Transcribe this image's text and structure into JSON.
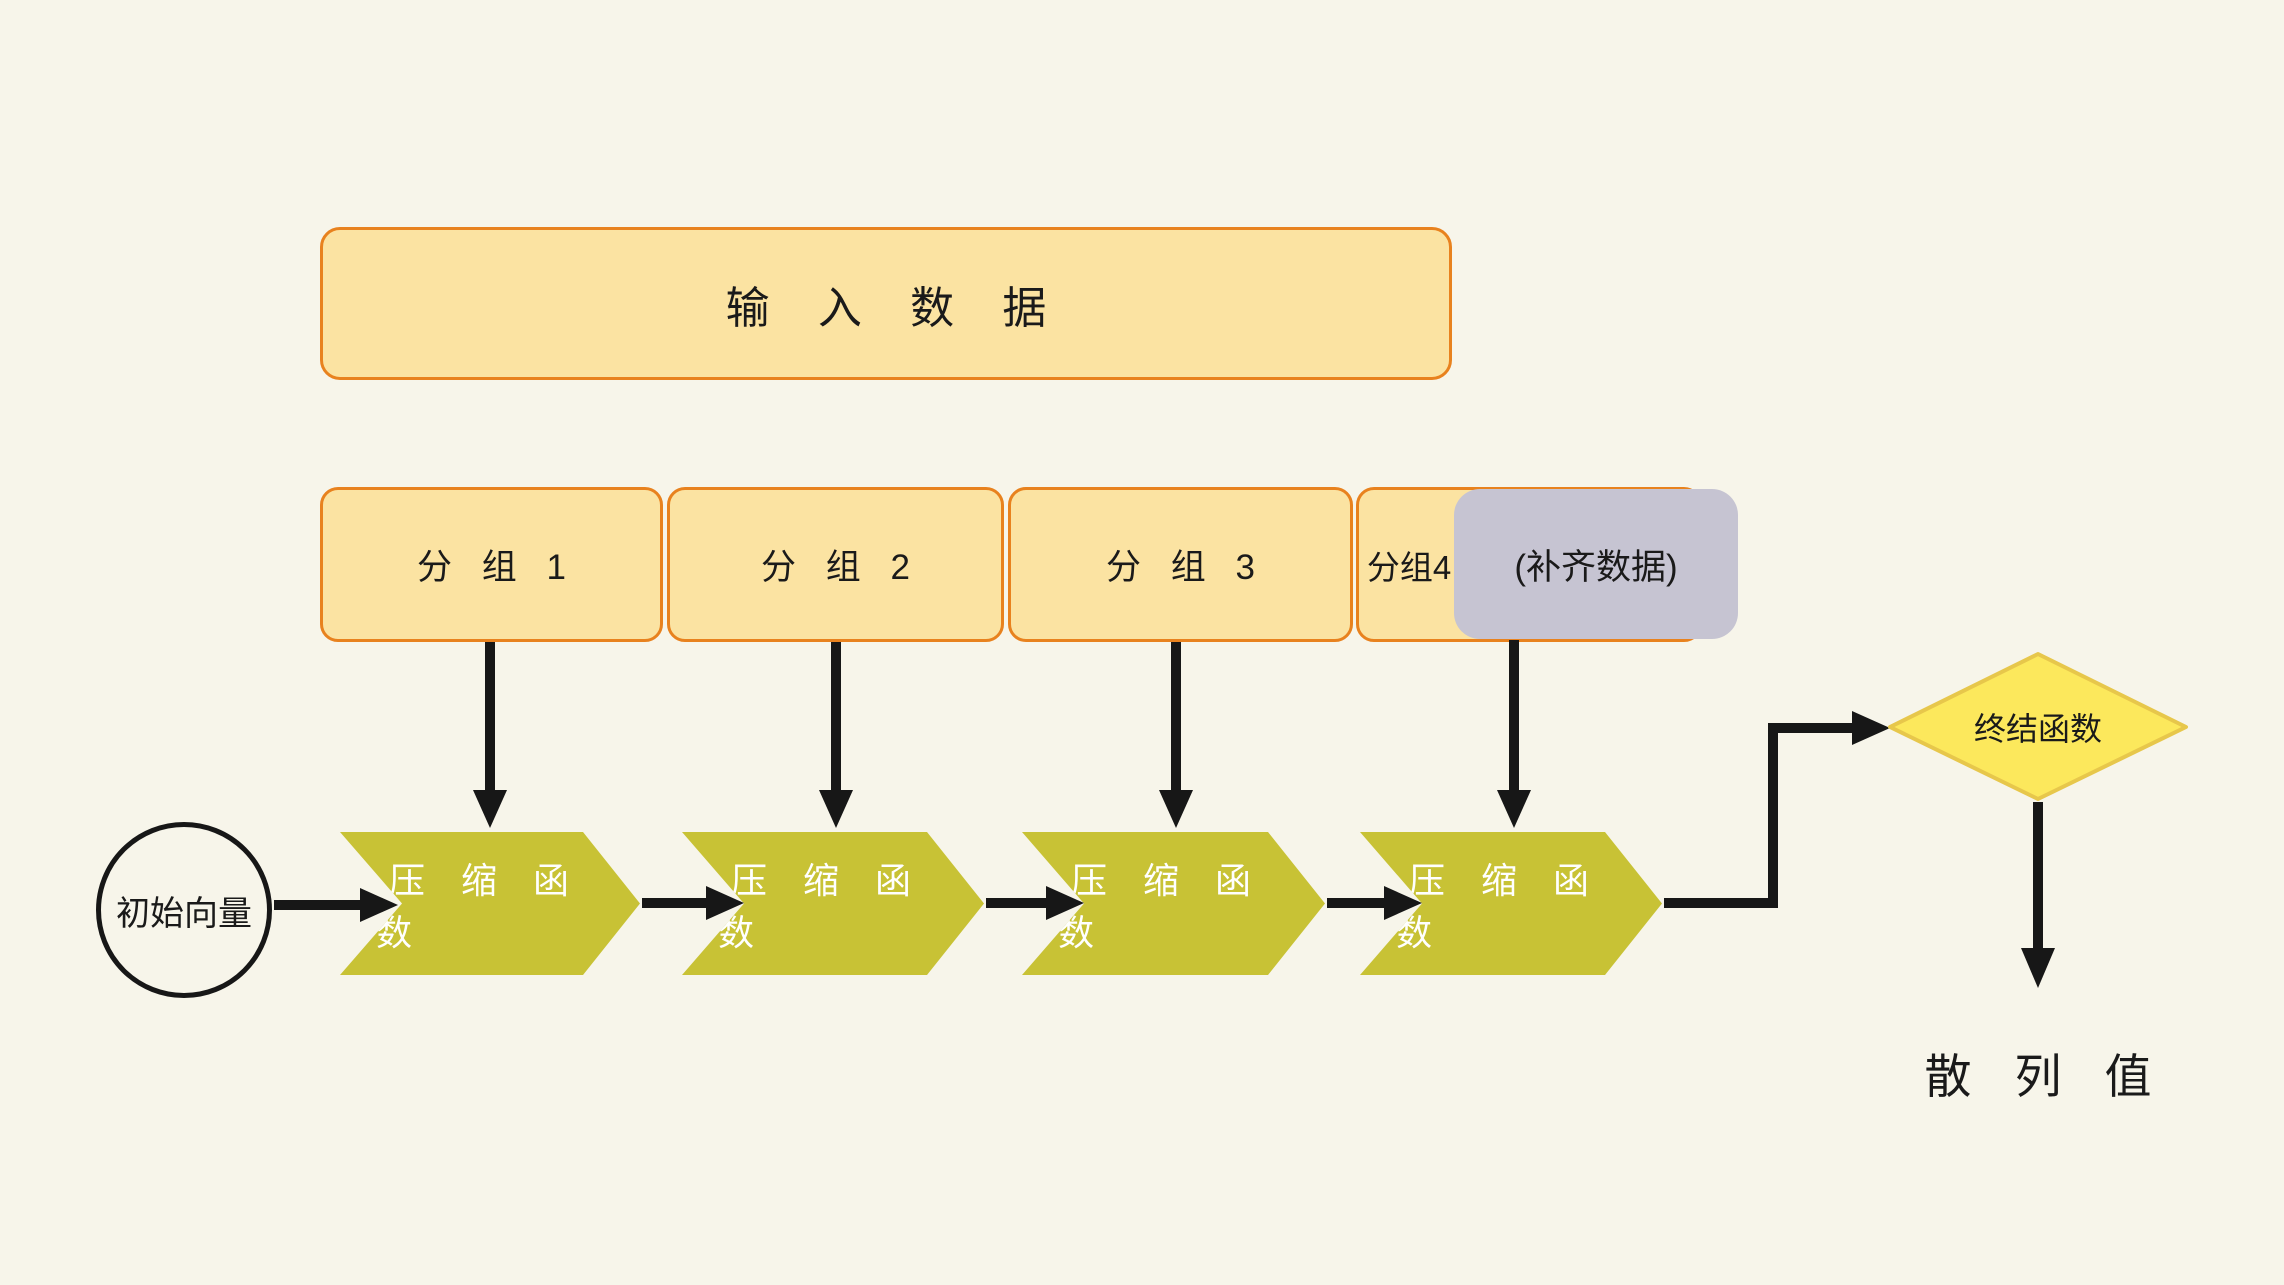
{
  "colors": {
    "background": "#f7f5ea",
    "node-fill": "#fbe3a2",
    "node-border": "#e8821e",
    "padding-fill": "#c6c4d2",
    "chevron-fill": "#c8c235",
    "chevron-text": "#ffffff",
    "diamond-fill": "#fce85c",
    "diamond-border": "#e7c74b",
    "line": "#171717",
    "text": "#1a1a1a"
  },
  "nodes": {
    "input": {
      "label": "输 入 数 据"
    },
    "groups": [
      {
        "label": "分 组 1"
      },
      {
        "label": "分 组 2"
      },
      {
        "label": "分 组 3"
      },
      {
        "label": "分组4"
      }
    ],
    "padding": {
      "label": "(补齐数据)"
    },
    "initial_vector": {
      "label": "初始向量"
    },
    "compression": [
      {
        "label": "压 缩 函 数"
      },
      {
        "label": "压 缩 函 数"
      },
      {
        "label": "压 缩 函 数"
      },
      {
        "label": "压 缩 函 数"
      }
    ],
    "finalization": {
      "label": "终结函数"
    },
    "hash": {
      "label": "散 列 值"
    }
  }
}
